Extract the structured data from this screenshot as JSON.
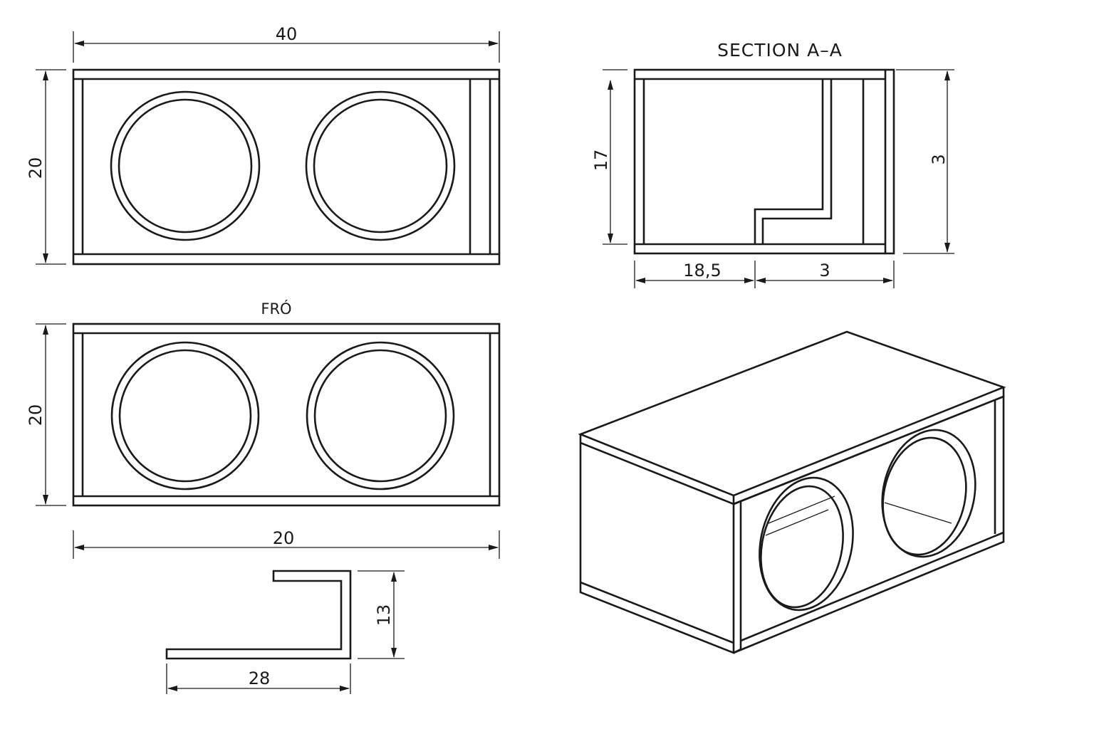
{
  "top_view": {
    "width_label": "40",
    "height_label": "20"
  },
  "front_view": {
    "title": "FRÓ",
    "height_label": "20",
    "width_label": "20"
  },
  "section_view": {
    "title": "SECTION A–A",
    "height_label": "17",
    "right_label": "3",
    "bottom_left_label": "18,5",
    "bottom_right_label": "3"
  },
  "port_view": {
    "height_label": "13",
    "width_label": "28"
  },
  "isometric_view": {
    "driver_cutouts": 2
  }
}
